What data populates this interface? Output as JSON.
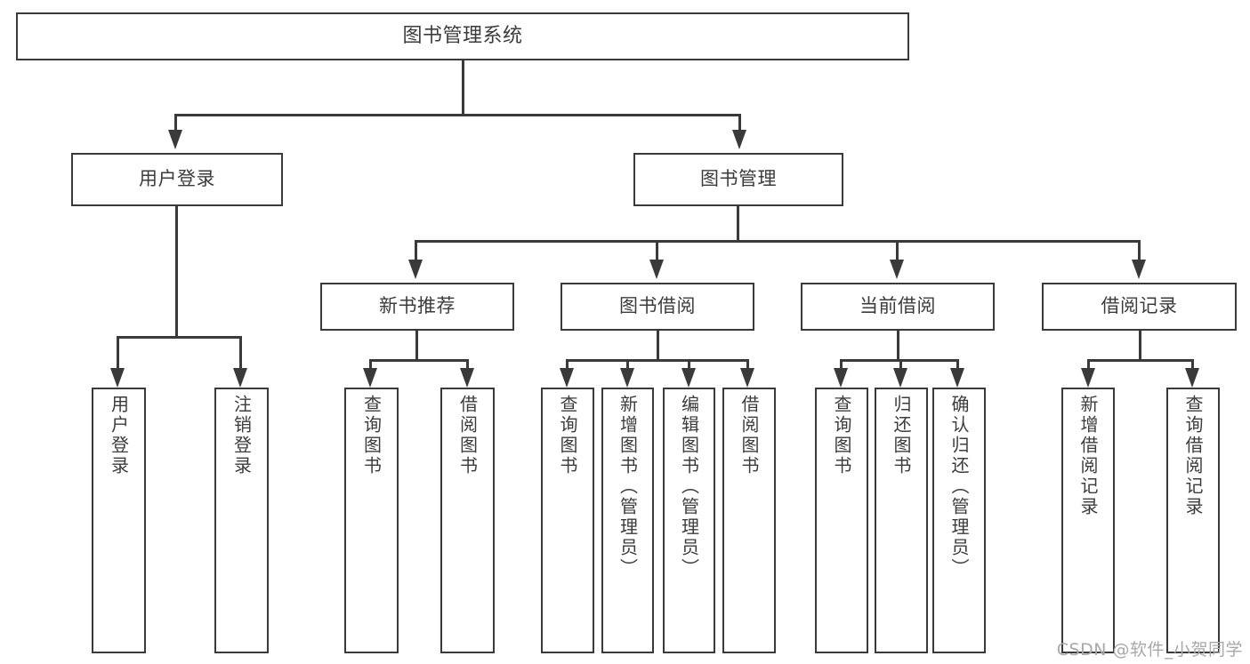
{
  "diagram": {
    "type": "tree",
    "title": "图书管理系统",
    "watermark": "CSDN @软件_小贺同学",
    "colors": {
      "stroke": "#3a3a3a",
      "text": "#3c3c3c",
      "background": "#ffffff",
      "watermark": "#a8a8a8"
    },
    "nodes": {
      "root": {
        "label": "图书管理系统"
      },
      "level2": [
        {
          "id": "user-login",
          "label": "用户登录"
        },
        {
          "id": "book-manage",
          "label": "图书管理"
        }
      ],
      "level3": [
        {
          "id": "new-book-recommend",
          "label": "新书推荐"
        },
        {
          "id": "book-borrow",
          "label": "图书借阅"
        },
        {
          "id": "current-borrow",
          "label": "当前借阅"
        },
        {
          "id": "borrow-record",
          "label": "借阅记录"
        }
      ],
      "leaves": [
        {
          "id": "leaf-user-login",
          "label": "用户登录"
        },
        {
          "id": "leaf-logout-login",
          "label": "注销登录"
        },
        {
          "id": "leaf-query-book-1",
          "label": "查询图书"
        },
        {
          "id": "leaf-borrow-book-1",
          "label": "借阅图书"
        },
        {
          "id": "leaf-query-book-2",
          "label": "查询图书"
        },
        {
          "id": "leaf-add-book-admin",
          "label": "新增图书（管理员）"
        },
        {
          "id": "leaf-edit-book-admin",
          "label": "编辑图书（管理员）"
        },
        {
          "id": "leaf-borrow-book-2",
          "label": "借阅图书"
        },
        {
          "id": "leaf-query-book-3",
          "label": "查询图书"
        },
        {
          "id": "leaf-return-book",
          "label": "归还图书"
        },
        {
          "id": "leaf-confirm-return",
          "label": "确认归还（管理员）"
        },
        {
          "id": "leaf-add-borrow-record",
          "label": "新增借阅记录"
        },
        {
          "id": "leaf-query-borrow-record",
          "label": "查询借阅记录"
        }
      ]
    },
    "edges": [
      {
        "from": "root",
        "to": "user-login"
      },
      {
        "from": "root",
        "to": "book-manage"
      },
      {
        "from": "user-login",
        "to": "leaf-user-login"
      },
      {
        "from": "user-login",
        "to": "leaf-logout-login"
      },
      {
        "from": "book-manage",
        "to": "new-book-recommend"
      },
      {
        "from": "book-manage",
        "to": "book-borrow"
      },
      {
        "from": "book-manage",
        "to": "current-borrow"
      },
      {
        "from": "book-manage",
        "to": "borrow-record"
      },
      {
        "from": "new-book-recommend",
        "to": "leaf-query-book-1"
      },
      {
        "from": "new-book-recommend",
        "to": "leaf-borrow-book-1"
      },
      {
        "from": "book-borrow",
        "to": "leaf-query-book-2"
      },
      {
        "from": "book-borrow",
        "to": "leaf-add-book-admin"
      },
      {
        "from": "book-borrow",
        "to": "leaf-edit-book-admin"
      },
      {
        "from": "book-borrow",
        "to": "leaf-borrow-book-2"
      },
      {
        "from": "current-borrow",
        "to": "leaf-query-book-3"
      },
      {
        "from": "current-borrow",
        "to": "leaf-return-book"
      },
      {
        "from": "current-borrow",
        "to": "leaf-confirm-return"
      },
      {
        "from": "borrow-record",
        "to": "leaf-add-borrow-record"
      },
      {
        "from": "borrow-record",
        "to": "leaf-query-borrow-record"
      }
    ]
  }
}
